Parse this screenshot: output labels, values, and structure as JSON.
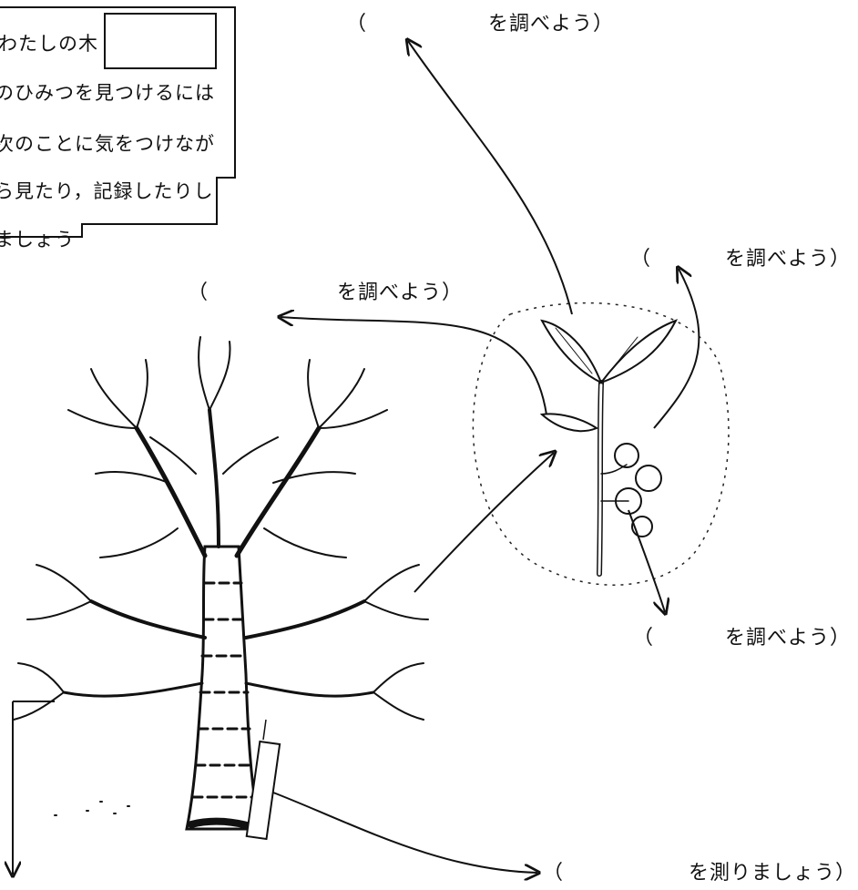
{
  "header_box": {
    "tree_label": "わたしの木",
    "lines": [
      "のひみつを見つけるには",
      "次のことに気をつけなが",
      "ら見たり，記録したりし",
      "ましょう"
    ]
  },
  "prompts": {
    "top": {
      "open": "（",
      "text": "を調べよう）"
    },
    "left": {
      "open": "（",
      "text": "を調べよう）"
    },
    "right_upper": {
      "open": "（",
      "text": "を調べよう）"
    },
    "right_lower": {
      "open": "（",
      "text": "を調べよう）"
    },
    "bottom": {
      "open": "（",
      "text": "を測りましょう）"
    }
  }
}
